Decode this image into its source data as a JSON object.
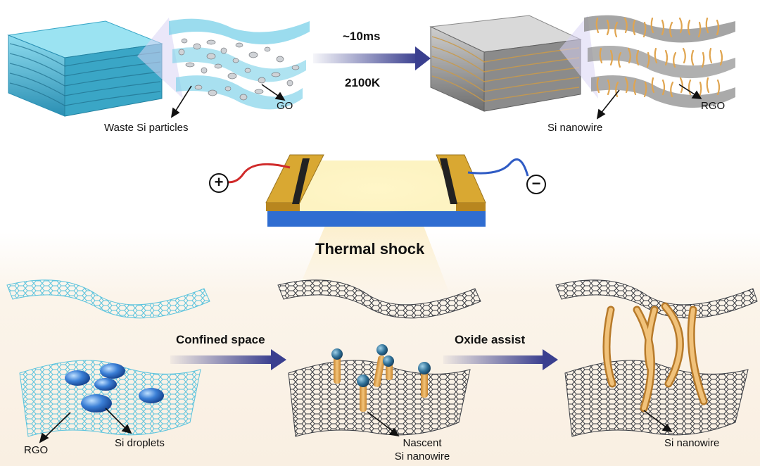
{
  "top_left": {
    "particles_label": "Waste Si particles",
    "go_label": "GO"
  },
  "top_center": {
    "time_label": "~10ms",
    "temp_label": "2100K"
  },
  "top_right": {
    "nanowire_label": "Si nanowire",
    "rgo_label": "RGO"
  },
  "device": {
    "plus_symbol": "+",
    "minus_symbol": "−",
    "title": "Thermal shock"
  },
  "bottom": {
    "step1_arrow": "Confined space",
    "step2_arrow": "Oxide assist",
    "rgo_label": "RGO",
    "droplets_label": "Si droplets",
    "nascent_line1": "Nascent",
    "nascent_line2": "Si nanowire",
    "nanowire_label": "Si nanowire"
  },
  "colors": {
    "graphene_oxide": "#5bc3dd",
    "reduced_graphene": "#4a4d55",
    "nanowire": "#e0a550",
    "droplet": "#2b6cc4",
    "arrow": "#3a3f8f",
    "electrode_gold": "#d9a832"
  }
}
